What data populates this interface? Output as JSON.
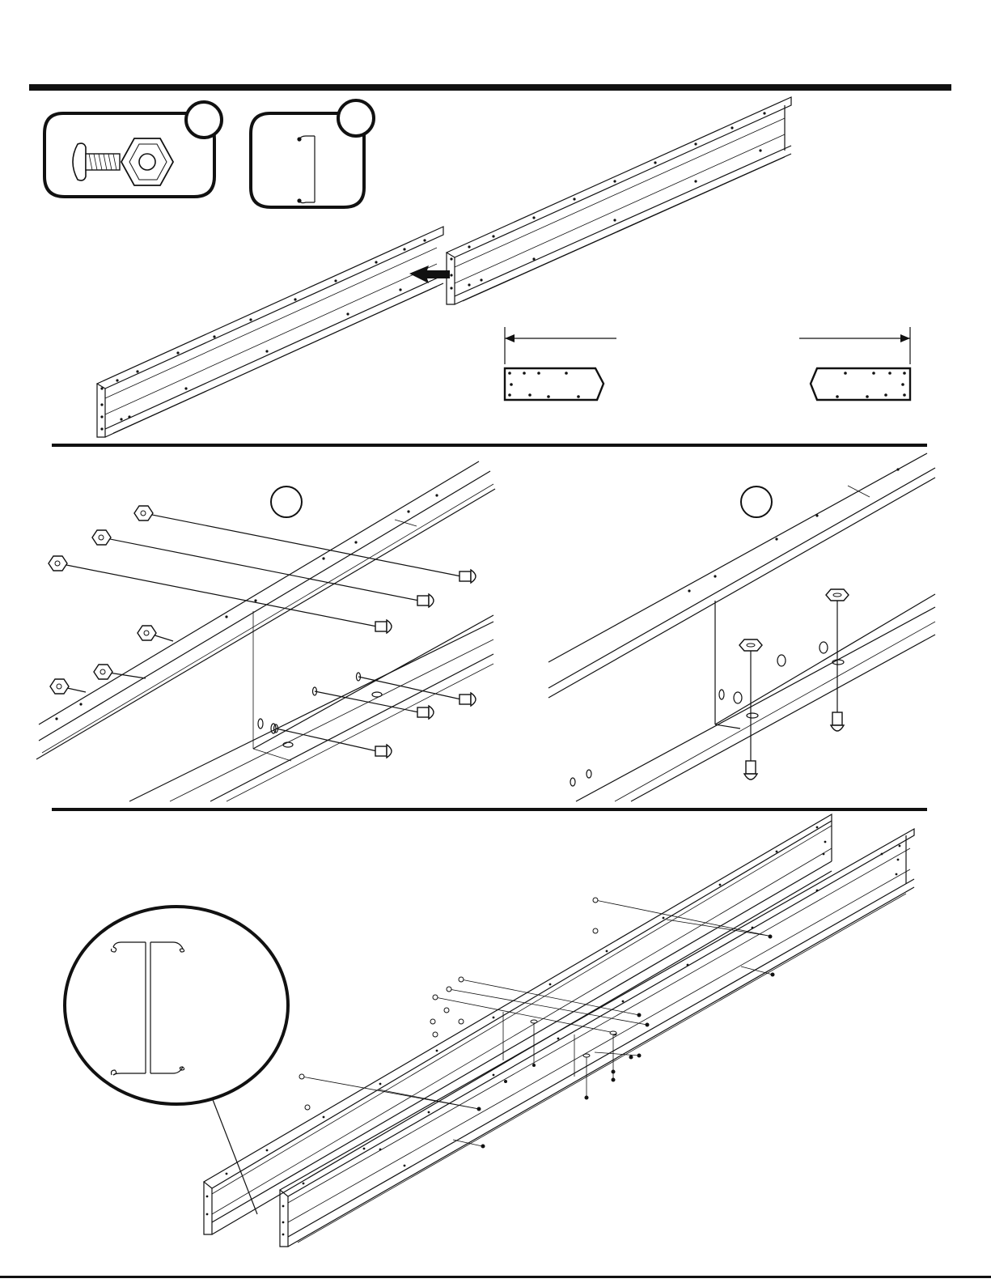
{
  "document": {
    "type": "assembly-instruction-page",
    "panels": [
      "hardware-and-rail-alignment",
      "bolt-detail-left",
      "bolt-detail-right",
      "full-rail-assembly"
    ],
    "hardware_callouts": [
      {
        "name": "bolt-and-nut",
        "icon": "bolt-nut-icon"
      },
      {
        "name": "i-beam-profile",
        "icon": "i-beam-profile-icon"
      }
    ],
    "labels": {
      "callout_1": "",
      "callout_2": "",
      "detail_1": "",
      "detail_2": ""
    },
    "colors": {
      "ink": "#111111",
      "paper": "#ffffff"
    }
  }
}
